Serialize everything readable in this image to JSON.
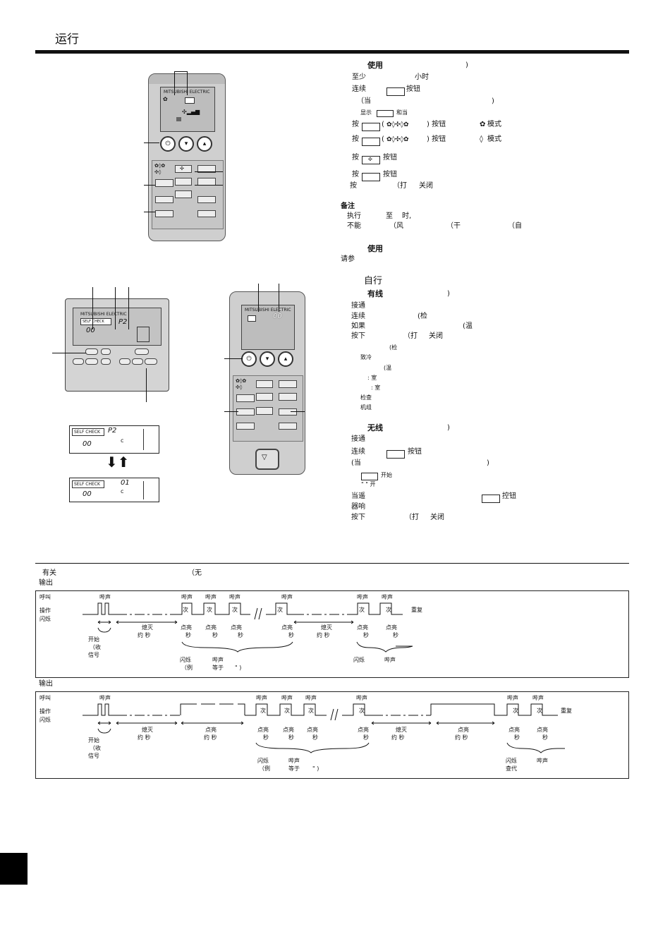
{
  "header": {
    "title": "运行"
  },
  "section1": {
    "heading": "使用",
    "heading_paren": ")",
    "lines": {
      "l1a": "至少",
      "l1b": "小时",
      "l2a": "连续",
      "l2b": "按钮",
      "l3a": "（当",
      "l3b": ")",
      "l4a": "显示",
      "l4b": "和当",
      "l5a": "按",
      "l5b": "(",
      "l5c": ") 按钮",
      "l5d": "模式",
      "l6a": "按",
      "l6b": "(",
      "l6c": ") 按钮",
      "l6d": "模式",
      "l7a": "按",
      "l7b": "按钮",
      "l8a": "按",
      "l8b": "按钮",
      "l9a": "按",
      "l9b": "（打",
      "l9c": "关闭"
    }
  },
  "notes": {
    "label": "备注",
    "n1a": "执行",
    "n1b": "至",
    "n1c": "时,",
    "n2a": "不能",
    "n2b": "（风",
    "n2c": "（干",
    "n2d": "（自"
  },
  "section2": {
    "heading": "使用",
    "ref": "请参"
  },
  "section3": {
    "heading": "自行",
    "wired": {
      "heading": "有线",
      "paren": ")",
      "l1": "接通",
      "l2a": "连续",
      "l2b": "(检",
      "l3a": "如果",
      "l3b": "(温",
      "l4a": "按下",
      "l4b": "（打",
      "l4c": "关闭",
      "s1": "(检",
      "s2": "致冷",
      "s3": "(温",
      "s4": ": 室",
      "s5": ": 室",
      "s6": "检查",
      "s7": "机组"
    },
    "wireless": {
      "heading": "无线",
      "paren": ")",
      "l1": "接通",
      "l2a": "连续",
      "l2b": "按钮",
      "l3a": "(当",
      "l3b": ")",
      "l4a": "开始",
      "l4b": "\"  \" 开",
      "l5a": "当遥",
      "l5b": "控钮",
      "l6": "器响",
      "l7a": "按下",
      "l7b": "（打",
      "l7c": "关闭"
    }
  },
  "remote": {
    "brand": "MITSUBISHI ELECTRIC",
    "wired_brand": "MITSUBISHI ELECTRIC",
    "self_check": "SELF CHECK",
    "code_00": "00",
    "code_p2": "P2",
    "code_01": "01",
    "unit_c": "c"
  },
  "timing": {
    "intro_a": "有关",
    "intro_b": "（无",
    "output1": "输出",
    "output2": "输出",
    "row_call": "呼叫",
    "row_op": "操作",
    "row_flash": "闪烁",
    "beep": "哔声",
    "times": "次",
    "repeat": "重复",
    "off": "熄灭",
    "about_sec": "约   秒",
    "on": "点亮",
    "sec": "秒",
    "start": "开始",
    "recv": "（收",
    "signal": "信号",
    "flash_beep_a": "闪烁",
    "flash_beep_b": "哔声",
    "example_a": "（例",
    "example_b": "等于",
    "example_c": "\"  )",
    "check_code": "查代"
  },
  "colors": {
    "rule": "#111111",
    "remote_body": "#cfcfcf",
    "lcd": "#bdbdbd",
    "page_tab": "#000000"
  }
}
